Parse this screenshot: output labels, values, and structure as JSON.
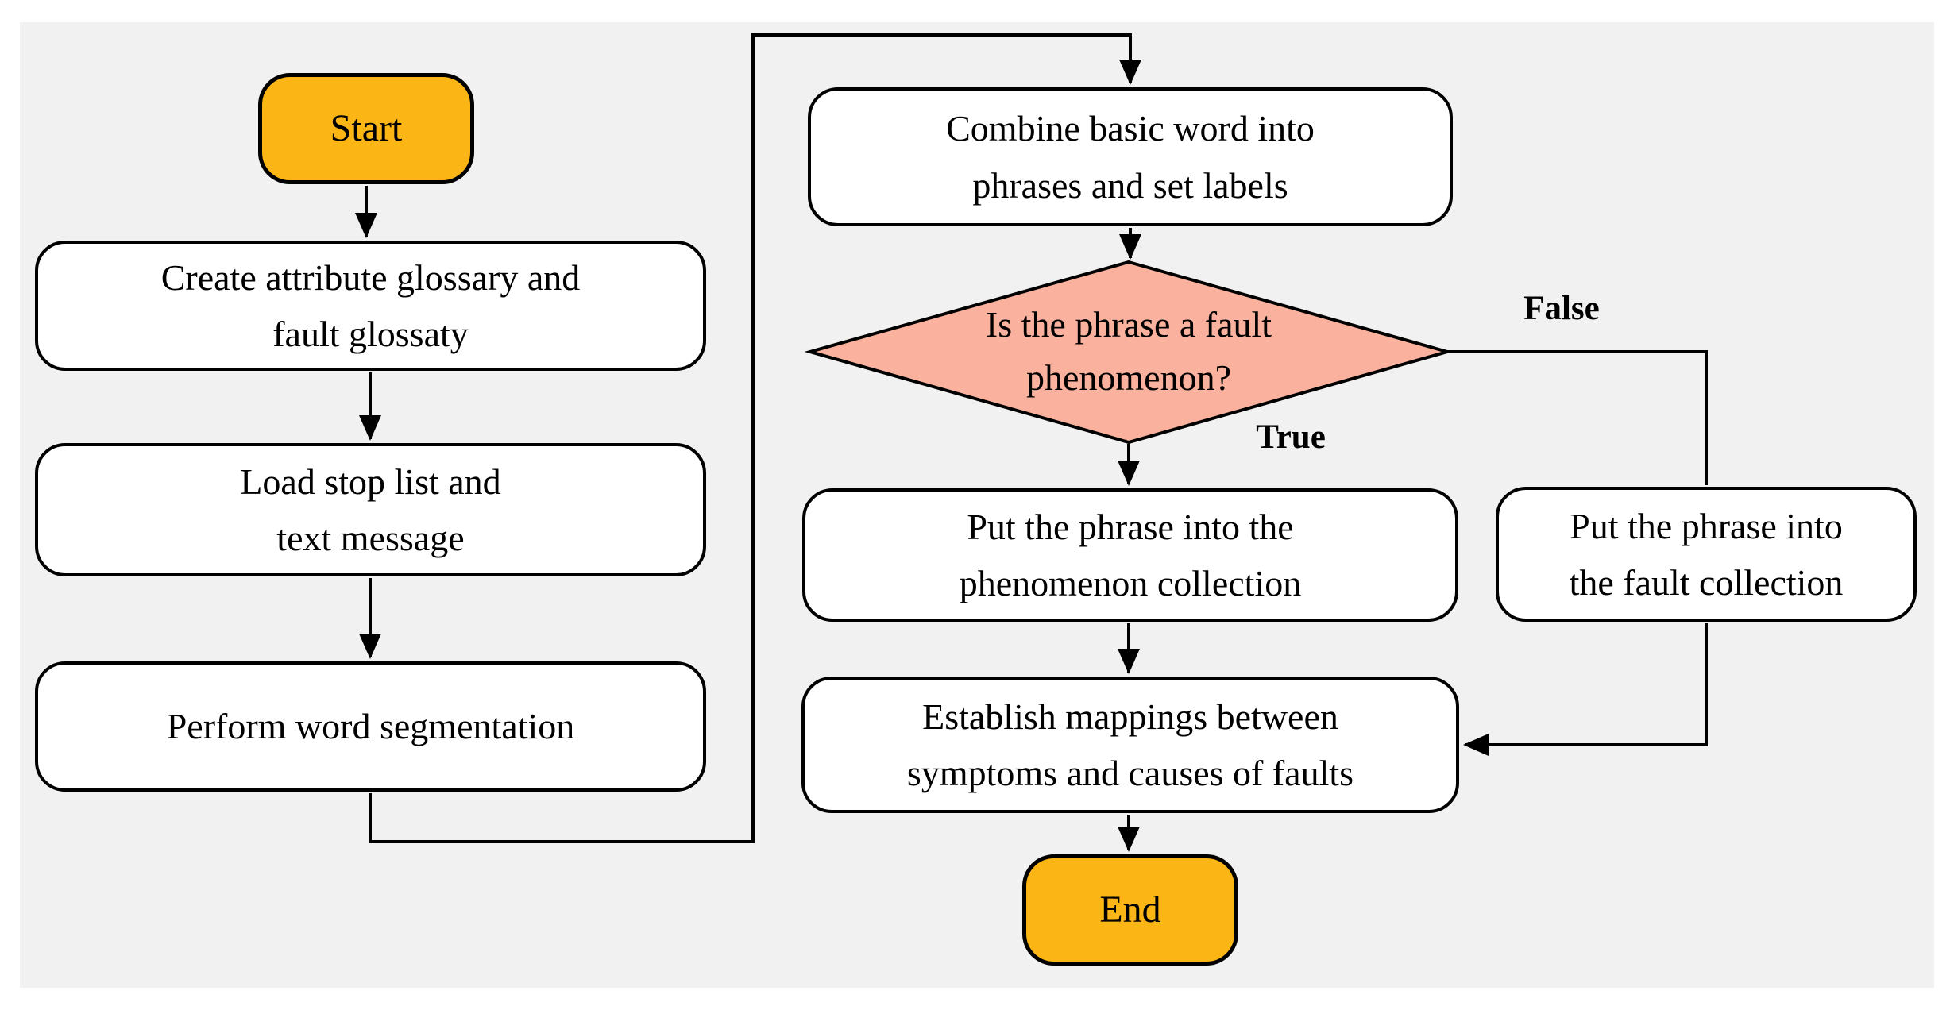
{
  "figure": {
    "type": "flowchart"
  },
  "colors": {
    "page_background": "#FFFFFF",
    "panel_background": "#F1F1F1",
    "terminal_fill": "#FBB615",
    "process_fill": "#FFFFFF",
    "decision_fill": "#FAB29E",
    "line_color": "#000000",
    "text_color": "#000000"
  },
  "nodes": {
    "start": {
      "label": "Start"
    },
    "create": {
      "label": "Create attribute glossary and\nfault glossaty"
    },
    "load": {
      "label": "Load stop list and\ntext message"
    },
    "segment": {
      "label": "Perform word segmentation"
    },
    "combine": {
      "label": "Combine basic word into\nphrases and set labels"
    },
    "decision": {
      "label": "Is the phrase a fault\nphenomenon?"
    },
    "phenomenon": {
      "label": "Put the phrase into the\nphenomenon collection"
    },
    "fault": {
      "label": "Put the phrase into\nthe fault collection"
    },
    "establish": {
      "label": "Establish mappings between\nsymptoms and causes of faults"
    },
    "end": {
      "label": "End"
    }
  },
  "edge_labels": {
    "true": "True",
    "false": "False"
  }
}
